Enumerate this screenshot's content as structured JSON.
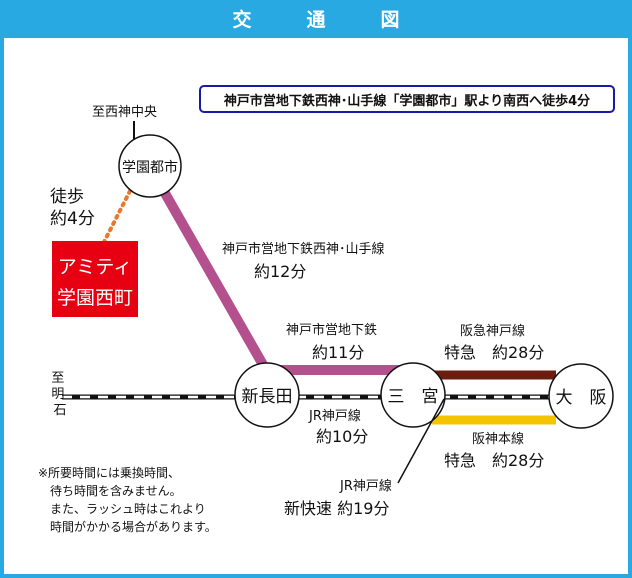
{
  "header": {
    "title": "交　通　図"
  },
  "access_note": "神戸市営地下鉄西神･山手線「学園都市」駅より南西へ徒歩4分",
  "destinations": {
    "seishin_chuo": "至西神中央",
    "akashi": "至明石"
  },
  "stations": {
    "gakuentoshi": "学園都市",
    "shin_nagata": "新長田",
    "sannomiya": "三　宮",
    "osaka": "大　阪"
  },
  "walk": {
    "label": "徒歩",
    "time": "約4分"
  },
  "venue": {
    "line1": "アミティ",
    "line2": "学園西町"
  },
  "routes": {
    "seishin_yamate": {
      "name": "神戸市営地下鉄西神･山手線",
      "time": "約12分"
    },
    "subway_kaigan": {
      "name": "神戸市営地下鉄",
      "time": "約11分"
    },
    "jr_kobe": {
      "name": "JR神戸線",
      "time": "約10分"
    },
    "hankyu": {
      "name": "阪急神戸線",
      "time": "特急　約28分"
    },
    "hanshin": {
      "name": "阪神本線",
      "time": "特急　約28分"
    },
    "jr_rapid": {
      "name": "JR神戸線",
      "time": "新快速 約19分"
    }
  },
  "footnote": {
    "line1": "※所要時間には乗換時間、",
    "line2": "待ち時間を含みません。",
    "line3": "また、ラッシュ時はこれより",
    "line4": "時間がかかる場合があります。"
  },
  "colors": {
    "frame": "#29a9e1",
    "seishin_yamate_line": "#b5508f",
    "hankyu_line": "#6b1d10",
    "hanshin_line": "#f5c400",
    "venue_fill": "#e60012",
    "walk_dots": "#e8782a"
  }
}
